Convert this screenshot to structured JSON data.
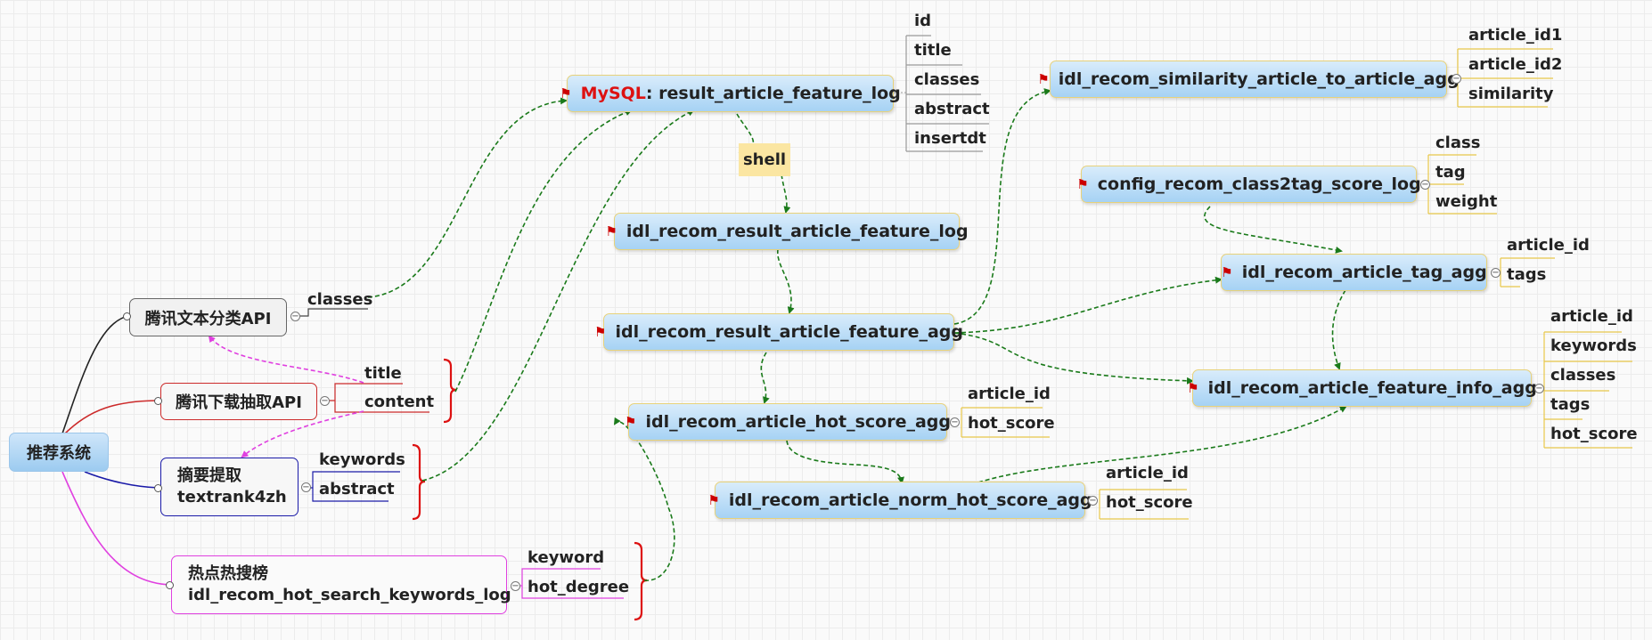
{
  "root": "推荐系统",
  "shell_label": "shell",
  "api_nodes": {
    "classify": "腾讯文本分类API",
    "download": "腾讯下载抽取API",
    "summary_line1": "摘要提取",
    "summary_line2": "textrank4zh",
    "hot_line1": "热点热搜榜",
    "hot_line2": "idl_recom_hot_search_keywords_log"
  },
  "api_fields": {
    "classify": [
      "classes"
    ],
    "download": [
      "title",
      "content"
    ],
    "summary": [
      "keywords",
      "abstract"
    ],
    "hot": [
      "keyword",
      "hot_degree"
    ]
  },
  "tables": {
    "mysql_prefix": "MySQL",
    "mysql_name": ": result_article_feature_log",
    "idl_result_log": "idl_recom_result_article_feature_log",
    "idl_result_agg": "idl_recom_result_article_feature_agg",
    "hot_score_agg": "idl_recom_article_hot_score_agg",
    "norm_hot_score_agg": "idl_recom_article_norm_hot_score_agg",
    "similarity_agg": "idl_recom_similarity_article_to_article_agg",
    "class2tag_log": "config_recom_class2tag_score_log",
    "tag_agg": "idl_recom_article_tag_agg",
    "feature_info_agg": "idl_recom_article_feature_info_agg"
  },
  "table_fields": {
    "mysql": [
      "id",
      "title",
      "classes",
      "abstract",
      "insertdt"
    ],
    "similarity": [
      "article_id1",
      "article_id2",
      "similarity"
    ],
    "class2tag": [
      "class",
      "tag",
      "weight"
    ],
    "tag_agg": [
      "article_id",
      "tags"
    ],
    "feature_info": [
      "article_id",
      "keywords",
      "classes",
      "tags",
      "hot_score"
    ],
    "hot_score": [
      "article_id",
      "hot_score"
    ],
    "norm_hot_score": [
      "article_id",
      "hot_score"
    ]
  },
  "colors": {
    "node_blue": "#a6d2f4",
    "node_border": "#e8d27a",
    "flow_arrow": "#1a7a1a",
    "link_pink": "#e040e0",
    "branch_red": "#cc2a2a",
    "branch_navy": "#1a1aa8",
    "brace_red": "#dd1111",
    "underline_yellow": "#e8c84a",
    "mysql_accent": "#dd1111",
    "flag": "#cc0000"
  },
  "icons": {
    "table_flag": "red-flag-icon",
    "collapse": "collapse-minus-icon"
  }
}
